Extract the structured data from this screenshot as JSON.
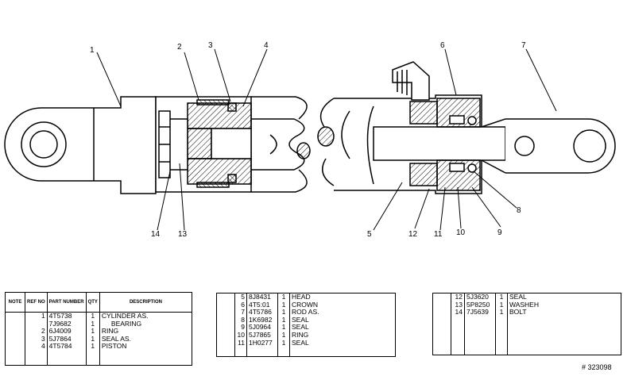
{
  "callouts": [
    "1",
    "2",
    "3",
    "4",
    "5",
    "6",
    "7",
    "8",
    "9",
    "10",
    "11",
    "12",
    "13",
    "14"
  ],
  "table1": {
    "headers": [
      "NOTE",
      "REF NO",
      "PART NUMBER",
      "QTY",
      "DESCRIPTION"
    ],
    "rows": [
      {
        "note": "",
        "ref": "1",
        "part": "4T5738",
        "qty": "1",
        "desc": "CYLINDER AS."
      },
      {
        "note": "",
        "ref": "",
        "part": "7J9682",
        "qty": "1",
        "desc": "  BEARING"
      },
      {
        "note": "",
        "ref": "2",
        "part": "6J4009",
        "qty": "1",
        "desc": "RING"
      },
      {
        "note": "",
        "ref": "3",
        "part": "5J7864",
        "qty": "1",
        "desc": "SEAL AS."
      },
      {
        "note": "",
        "ref": "4",
        "part": "4T5784",
        "qty": "1",
        "desc": "PISTON"
      }
    ]
  },
  "table2": {
    "rows": [
      {
        "ref": "5",
        "part": "8J8431",
        "qty": "1",
        "desc": "HEAD"
      },
      {
        "ref": "6",
        "part": "4T5:01",
        "qty": "1",
        "desc": "CROWN"
      },
      {
        "ref": "7",
        "part": "4T5786",
        "qty": "1",
        "desc": "ROD AS."
      },
      {
        "ref": "8",
        "part": "1K6982",
        "qty": "1",
        "desc": "SEAL"
      },
      {
        "ref": "9",
        "part": "5J0964",
        "qty": "1",
        "desc": "SEAL"
      },
      {
        "ref": "10",
        "part": "5J7865",
        "qty": "1",
        "desc": "RING"
      },
      {
        "ref": "11",
        "part": "1H0277",
        "qty": "1",
        "desc": "SEAL"
      }
    ]
  },
  "table3": {
    "rows": [
      {
        "ref": "12",
        "part": "5J3620",
        "qty": "1",
        "desc": "SEAL"
      },
      {
        "ref": "13",
        "part": "5P8250",
        "qty": "1",
        "desc": "WASHEH"
      },
      {
        "ref": "14",
        "part": "7J5639",
        "qty": "1",
        "desc": "BOLT"
      }
    ]
  },
  "drawing_number": "# 323098"
}
